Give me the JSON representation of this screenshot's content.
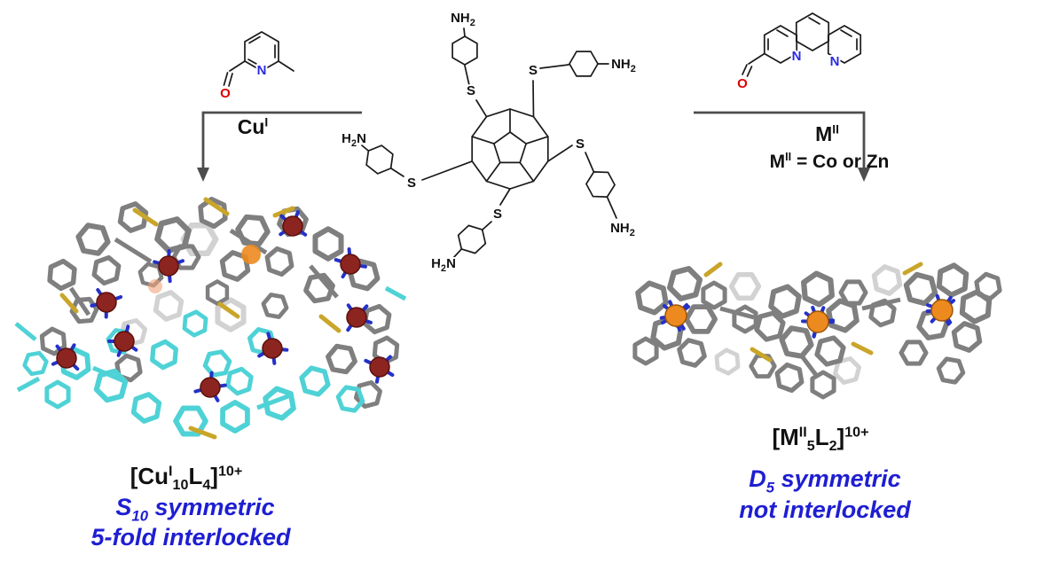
{
  "colors": {
    "blue_text": "#1e1ed2",
    "nitrogen_blue": "#2a2ae0",
    "oxygen_red": "#dd0000",
    "bond_black": "#1a1a1a",
    "arrow_gray": "#4d4d4d",
    "copper_maroon": "#8c2420",
    "metal_orange": "#ed8a1f",
    "sulfur_yellow": "#c9a62a",
    "stick_gray": "#7f7f7f",
    "stick_light_gray": "#c7c7c7",
    "stick_cyan": "#4fd2d6",
    "stick_blue": "#2431c8"
  },
  "left_reagent": {
    "n_label": "N",
    "o_label": "O"
  },
  "right_reagent": {
    "n1_label": "N",
    "n2_label": "N",
    "o_label": "O"
  },
  "left_arrow": {
    "metal": "Cu",
    "ox": "I"
  },
  "right_arrow": {
    "metal": "M",
    "ox": "II",
    "def_metal": "M",
    "def_ox": "II",
    "def_rest": " = Co or Zn"
  },
  "ligand": {
    "s_labels": [
      "S",
      "S",
      "S",
      "S",
      "S"
    ],
    "amines": [
      {
        "pre": "NH",
        "sub": "2",
        "post": ""
      },
      {
        "pre": "NH",
        "sub": "2",
        "post": ""
      },
      {
        "pre": "H",
        "sub": "2",
        "post": "N"
      },
      {
        "pre": "NH",
        "sub": "2",
        "post": ""
      },
      {
        "pre": "H",
        "sub": "2",
        "post": "N"
      }
    ]
  },
  "left_product": {
    "formula": {
      "open": "[Cu",
      "ox": "I",
      "m_count": "10",
      "ligand": "L",
      "l_count": "4",
      "close": "]",
      "charge": "10+"
    },
    "sym_letter": "S",
    "sym_sub": "10",
    "sym_rest": " symmetric",
    "line2": "5-fold interlocked"
  },
  "right_product": {
    "formula": {
      "open": "[M",
      "ox": "II",
      "m_count": "5",
      "ligand": "L",
      "l_count": "2",
      "close": "]",
      "charge": "10+"
    },
    "sym_letter": "D",
    "sym_sub": "5",
    "sym_rest": " symmetric",
    "line2": "not interlocked"
  }
}
